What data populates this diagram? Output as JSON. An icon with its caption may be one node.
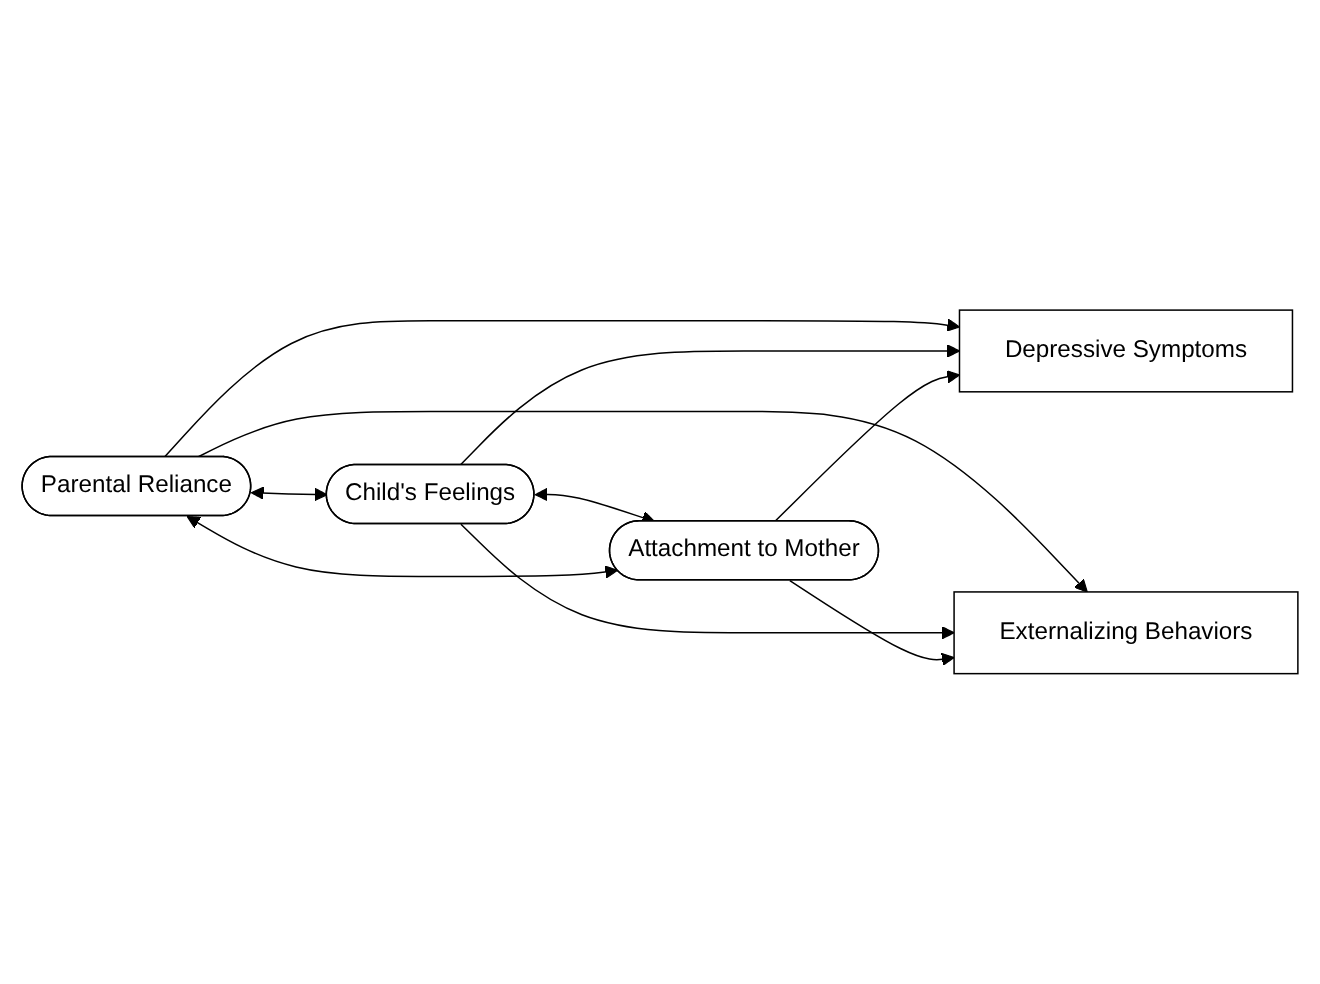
{
  "diagram": {
    "nodes": [
      {
        "text": [
          "Parental Reliance"
        ]
      },
      {
        "text": [
          "Child's Feelings"
        ]
      },
      {
        "text": [
          "Attachment to Mother"
        ]
      },
      {
        "text": [
          "Depressive Symptoms"
        ]
      },
      {
        "text": [
          "Externalizing Behaviors"
        ]
      }
    ],
    "edges": [
      {
        "from": 0,
        "to": 1,
        "arrow": "both"
      },
      {
        "from": 1,
        "to": 2,
        "arrow": "both"
      },
      {
        "from": 0,
        "to": 2,
        "arrow": "both"
      },
      {
        "from": 0,
        "to": 3,
        "arrow": "to"
      },
      {
        "from": 0,
        "to": 4,
        "arrow": "to"
      },
      {
        "from": 1,
        "to": 3,
        "arrow": "to"
      },
      {
        "from": 1,
        "to": 4,
        "arrow": "to"
      },
      {
        "from": 2,
        "to": 3,
        "arrow": "to"
      },
      {
        "from": 2,
        "to": 4,
        "arrow": "to"
      }
    ]
  }
}
